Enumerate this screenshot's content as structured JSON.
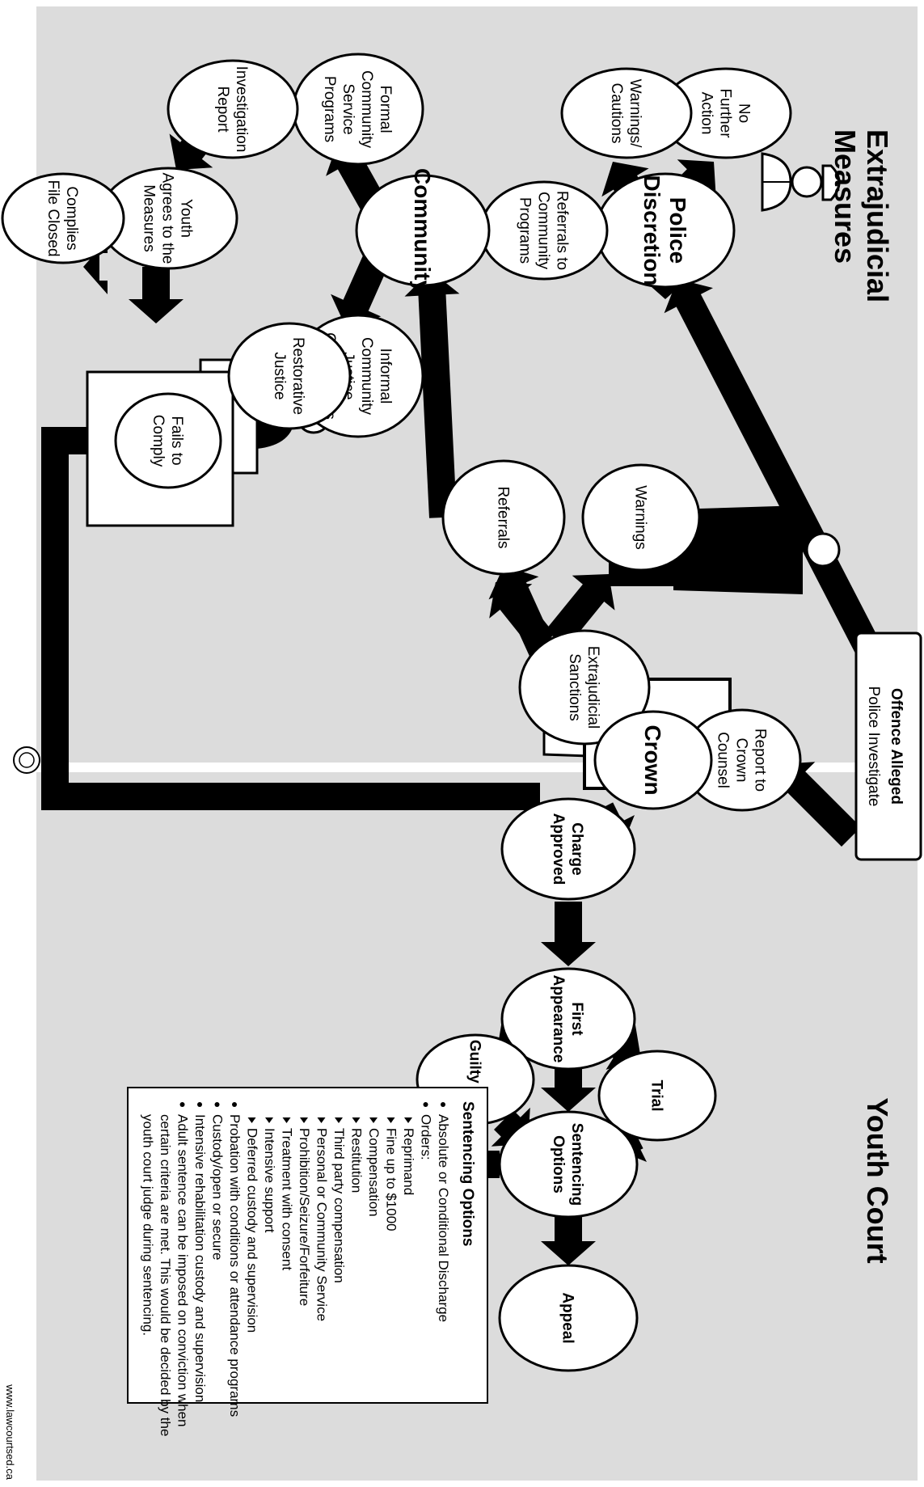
{
  "sections": {
    "extrajudicial": [
      "Extrajudicial",
      "Measures"
    ],
    "youth_court": "Youth Court"
  },
  "start": {
    "title": "Offence Alleged",
    "subtitle": "Police Investigate"
  },
  "nodes": {
    "no_further_action": [
      "No",
      "Further",
      "Action"
    ],
    "warnings_cautions": [
      "Warnings/",
      "Cautions"
    ],
    "police_discretion": [
      "Police",
      "Discretion"
    ],
    "referrals_community_programs": [
      "Referrals to",
      "Community",
      "Programs"
    ],
    "community": [
      "Community"
    ],
    "formal_programs": [
      "Formal",
      "Community",
      "Service",
      "Programs"
    ],
    "investigation_report": [
      "Investigation",
      "Report"
    ],
    "youth_agrees": [
      "Youth",
      "Agrees to the",
      "Measures"
    ],
    "complies": [
      "Complies",
      "File Closed"
    ],
    "informal_conferences": [
      "Informal",
      "Community",
      "Justice",
      "Conferences"
    ],
    "restorative_justice": [
      "Restorative",
      "Justice"
    ],
    "fails_to_comply": [
      "Fails to",
      "Comply"
    ],
    "warnings": [
      "Warnings"
    ],
    "referrals": [
      "Referrals"
    ],
    "extrajudicial_sanctions": [
      "Extrajudicial",
      "Sanctions"
    ],
    "report_to_crown": [
      "Report to",
      "Crown",
      "Counsel"
    ],
    "crown": [
      "Crown"
    ],
    "charge_approved": [
      "Charge",
      "Approved"
    ],
    "first_appearance": [
      "First",
      "Appearance"
    ],
    "trial": [
      "Trial"
    ],
    "guilty_plea": [
      "Guilty Plea"
    ],
    "sentencing_options": [
      "Sentencing",
      "Options"
    ],
    "appeal": [
      "Appeal"
    ]
  },
  "sentencing_box": {
    "title": "Sentencing Options",
    "items": [
      {
        "text": "Absolute or Conditional Discharge",
        "level": 0
      },
      {
        "text": "Orders:",
        "level": 0
      },
      {
        "text": "Reprimand",
        "level": 1
      },
      {
        "text": "Fine up to $1000",
        "level": 1
      },
      {
        "text": "Compensation",
        "level": 1
      },
      {
        "text": "Restitution",
        "level": 1
      },
      {
        "text": "Third party compensation",
        "level": 1
      },
      {
        "text": "Personal or Community Service",
        "level": 1
      },
      {
        "text": "Prohibition/Seizure/Forfeiture",
        "level": 1
      },
      {
        "text": "Treatment with consent",
        "level": 1
      },
      {
        "text": "Intensive support",
        "level": 1
      },
      {
        "text": "Deferred custody and supervision",
        "level": 1
      },
      {
        "text": "Probation with conditions or attendance programs",
        "level": 0
      },
      {
        "text": "Custody/open or secure",
        "level": 0
      },
      {
        "text": "Intensive rehabilitation custody and supervision",
        "level": 0
      },
      {
        "text": "Adult sentence can be imposed on conviction when",
        "level": 0
      },
      {
        "text": "certain criteria are met. This would be decided by the",
        "level": 2
      },
      {
        "text": "youth court judge during sentencing.",
        "level": 2
      }
    ]
  },
  "footer": {
    "url": "www.lawcourtsed.ca"
  },
  "colors": {
    "panel": "#dcdcdc",
    "ink": "#000000",
    "paper": "#ffffff"
  },
  "icons": [
    "police-officer-icon",
    "judge-icon",
    "lawyer-icon",
    "court-clerk-icon",
    "court-seal-icon"
  ]
}
